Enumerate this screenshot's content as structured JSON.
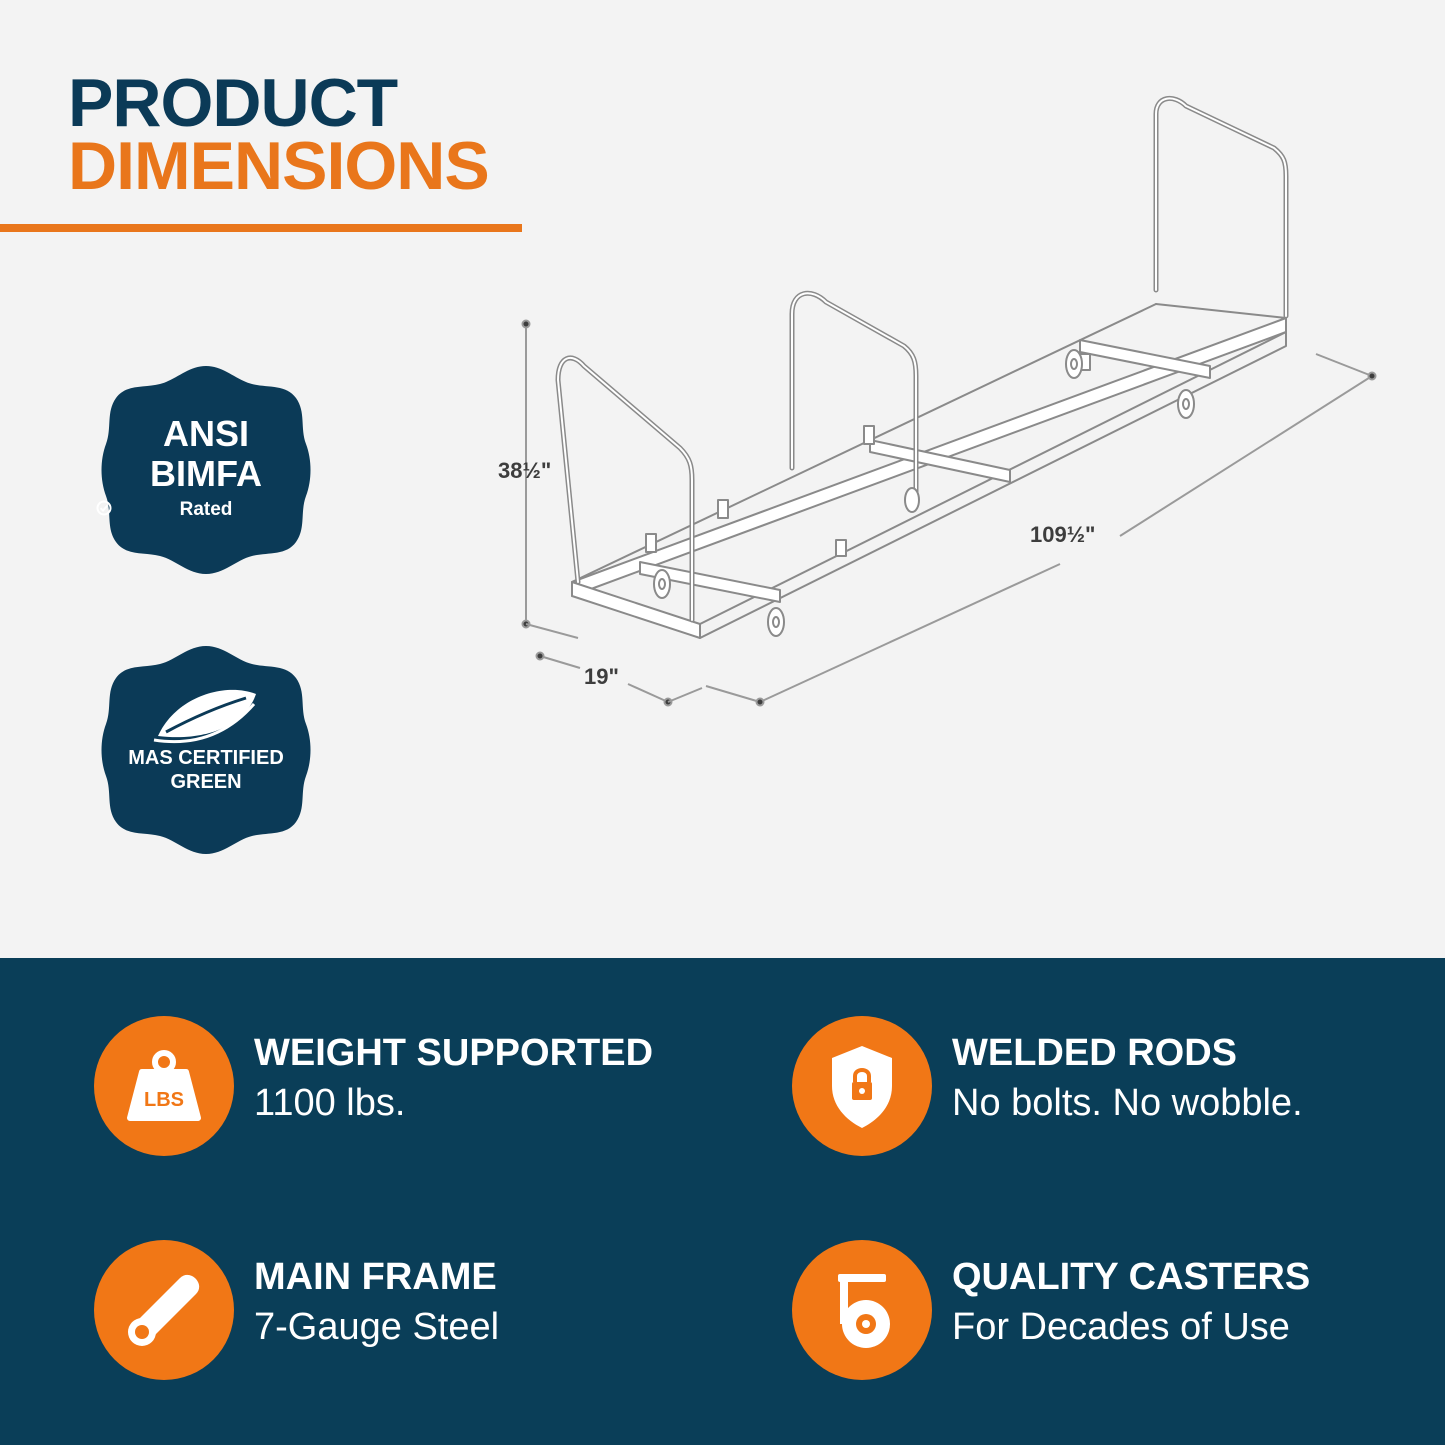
{
  "header": {
    "line1": "PRODUCT",
    "line2": "DIMENSIONS"
  },
  "colors": {
    "navy": "#0b3a57",
    "orange": "#e9761b",
    "panel": "#0a3e58"
  },
  "badges": [
    {
      "lines": [
        "ANSI",
        "BIMFA",
        "Rated"
      ],
      "icon": "check-circle-icon"
    },
    {
      "lines": [
        "MAS CERTIFIED",
        "GREEN"
      ],
      "icon": "leaf-icon"
    }
  ],
  "dimensions": {
    "height": "38½\"",
    "length": "109½\"",
    "width": "19\""
  },
  "features": [
    {
      "title": "WEIGHT SUPPORTED",
      "subtitle": "1100 lbs.",
      "icon": "weight-icon",
      "icon_text": "LBS"
    },
    {
      "title": "WELDED RODS",
      "subtitle": "No bolts. No wobble.",
      "icon": "shield-lock-icon"
    },
    {
      "title": "MAIN FRAME",
      "subtitle": "7-Gauge Steel",
      "icon": "steel-tube-icon"
    },
    {
      "title": "QUALITY CASTERS",
      "subtitle": "For Decades of Use",
      "icon": "caster-icon"
    }
  ]
}
